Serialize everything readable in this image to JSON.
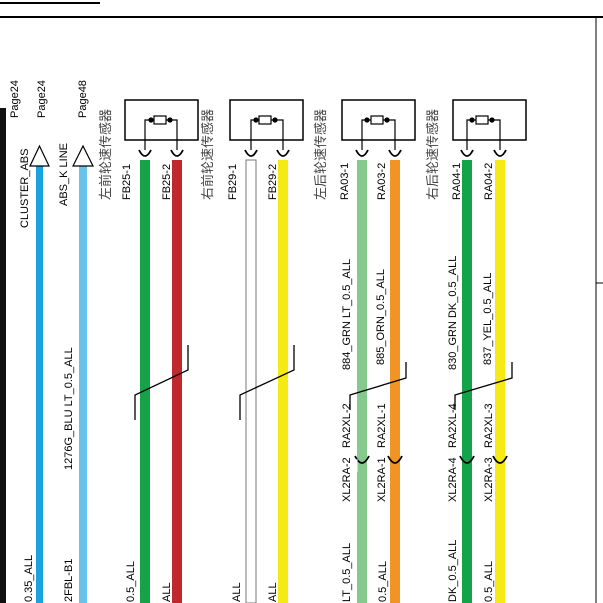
{
  "colors": {
    "black": "#111111",
    "blu": "#1ba3e0",
    "blu_lt": "#67c3ea",
    "grn": "#15a34a",
    "red": "#c0282d",
    "white": "#ffffff",
    "yel": "#f5ea14",
    "grn_lt": "#86c98f",
    "orn": "#f29425"
  },
  "left_signals": [
    {
      "page": "Page24",
      "name": "",
      "bottom": "0.35_ALL"
    },
    {
      "page": "Page24",
      "name": "CLUSTER_ABS",
      "mid": ""
    },
    {
      "page": "Page48",
      "name": "ABS_K LINE",
      "mid": "1276G_BLU LT_0.5_ALL",
      "bottom": "2FBL-B1"
    }
  ],
  "sensors": [
    {
      "label": "左前轮速传感器",
      "pin1": "FB25-1",
      "pin2": "FB25-2",
      "wire1_label": "",
      "wire2_label": "",
      "conn_top1": "",
      "conn_top2": "",
      "conn_bot1": "",
      "conn_bot2": "",
      "bot1": "0.5_ALL",
      "bot2": "ALL"
    },
    {
      "label": "右前轮速传感器",
      "pin1": "FB29-1",
      "pin2": "FB29-2",
      "wire1_label": "",
      "wire2_label": "",
      "conn_top1": "",
      "conn_top2": "",
      "conn_bot1": "",
      "conn_bot2": "",
      "bot1": "ALL",
      "bot2": "ALL"
    },
    {
      "label": "左后轮速传感器",
      "pin1": "RA03-1",
      "pin2": "RA03-2",
      "wire1_label": "884_GRN LT_0.5_ALL",
      "wire2_label": "885_ORN_0.5_ALL",
      "conn_top1": "RA2XL-2",
      "conn_top2": "RA2XL-1",
      "conn_bot1": "XL2RA-2",
      "conn_bot2": "XL2RA-1",
      "bot1": "LT_0.5_ALL",
      "bot2": "0.5_ALL"
    },
    {
      "label": "右后轮速传感器",
      "pin1": "RA04-1",
      "pin2": "RA04-2",
      "wire1_label": "830_GRN DK_0.5_ALL",
      "wire2_label": "837_YEL_0.5_ALL",
      "conn_top1": "RA2XL-4",
      "conn_top2": "RA2XL-3",
      "conn_bot1": "XL2RA-4",
      "conn_bot2": "XL2RA-3",
      "bot1": "DK_0.5_ALL",
      "bot2": "0.5_ALL"
    }
  ]
}
